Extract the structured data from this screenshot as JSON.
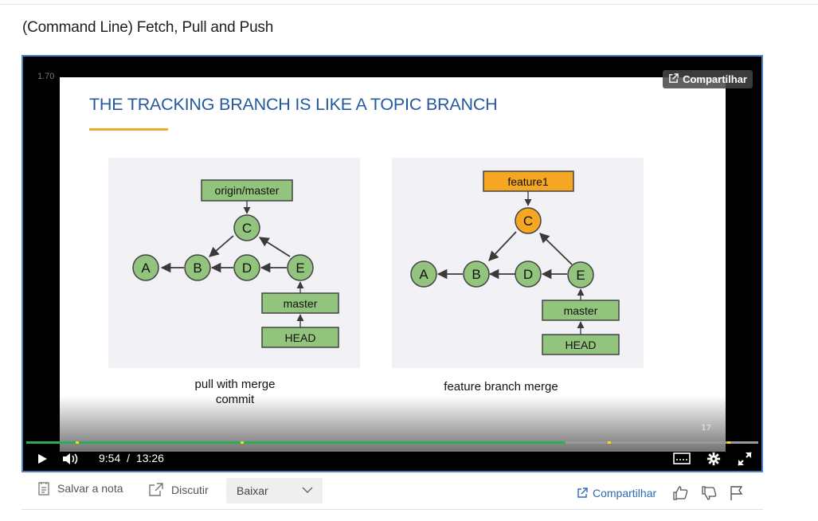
{
  "page": {
    "title": "(Command Line) Fetch, Pull and Push"
  },
  "player": {
    "speed": "1.70",
    "share_label": "Compartilhar",
    "current_time": "9:54",
    "separator": "/",
    "duration": "13:26",
    "progress": 0.737,
    "slide_number": "17",
    "colors": {
      "border": "#4a83c4",
      "played": "#2dab5a",
      "marker": "#f5e200"
    }
  },
  "slide": {
    "title": "THE TRACKING BRANCH IS LIKE A TOPIC BRANCH",
    "left_diagram": {
      "tracking_label": "origin/master",
      "nodes": [
        "A",
        "B",
        "C",
        "D",
        "E"
      ],
      "branch_label": "master",
      "head_label": "HEAD",
      "caption_line1": "pull with merge",
      "caption_line2": "commit"
    },
    "right_diagram": {
      "feature_label": "feature1",
      "nodes": [
        "A",
        "B",
        "C",
        "D",
        "E"
      ],
      "branch_label": "master",
      "head_label": "HEAD",
      "caption": "feature branch merge"
    },
    "colors": {
      "title": "#26589e",
      "node": "#93c47d",
      "feature": "#f5a623"
    }
  },
  "toolbar": {
    "save_note_label": "Salvar a nota",
    "discuss_label": "Discutir",
    "download_label": "Baixar",
    "share_label": "Compartilhar"
  }
}
